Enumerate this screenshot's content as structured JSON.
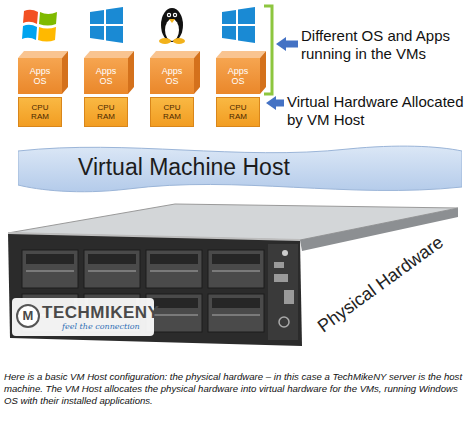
{
  "diagram": {
    "caption": "Here is a basic VM Host configuration: the physical hardware – in this case a TechMikeNY server is the host machine. The VM Host allocates the physical hardware into virtual hardware for the VMs, running Windows OS with their installed applications.",
    "nodes": [
      {
        "text": [
          "Apps OS"
        ]
      },
      {
        "text": [
          "Apps OS"
        ]
      },
      {
        "text": [
          "Apps OS"
        ]
      },
      {
        "text": [
          "Apps OS"
        ]
      },
      {
        "text": [
          "CPU RAM"
        ]
      },
      {
        "text": [
          "CPU RAM"
        ]
      },
      {
        "text": [
          "CPU RAM"
        ]
      },
      {
        "text": [
          "CPU RAM"
        ]
      },
      {
        "text": [
          "Virtual Machine Host"
        ]
      }
    ],
    "labels": [
      "Different OS and Apps running in the VMs",
      "Virtual Hardware Allocated by VM Host",
      "M",
      "TECHMIKENY",
      "feel the connection",
      "Physical Hardware"
    ]
  }
}
